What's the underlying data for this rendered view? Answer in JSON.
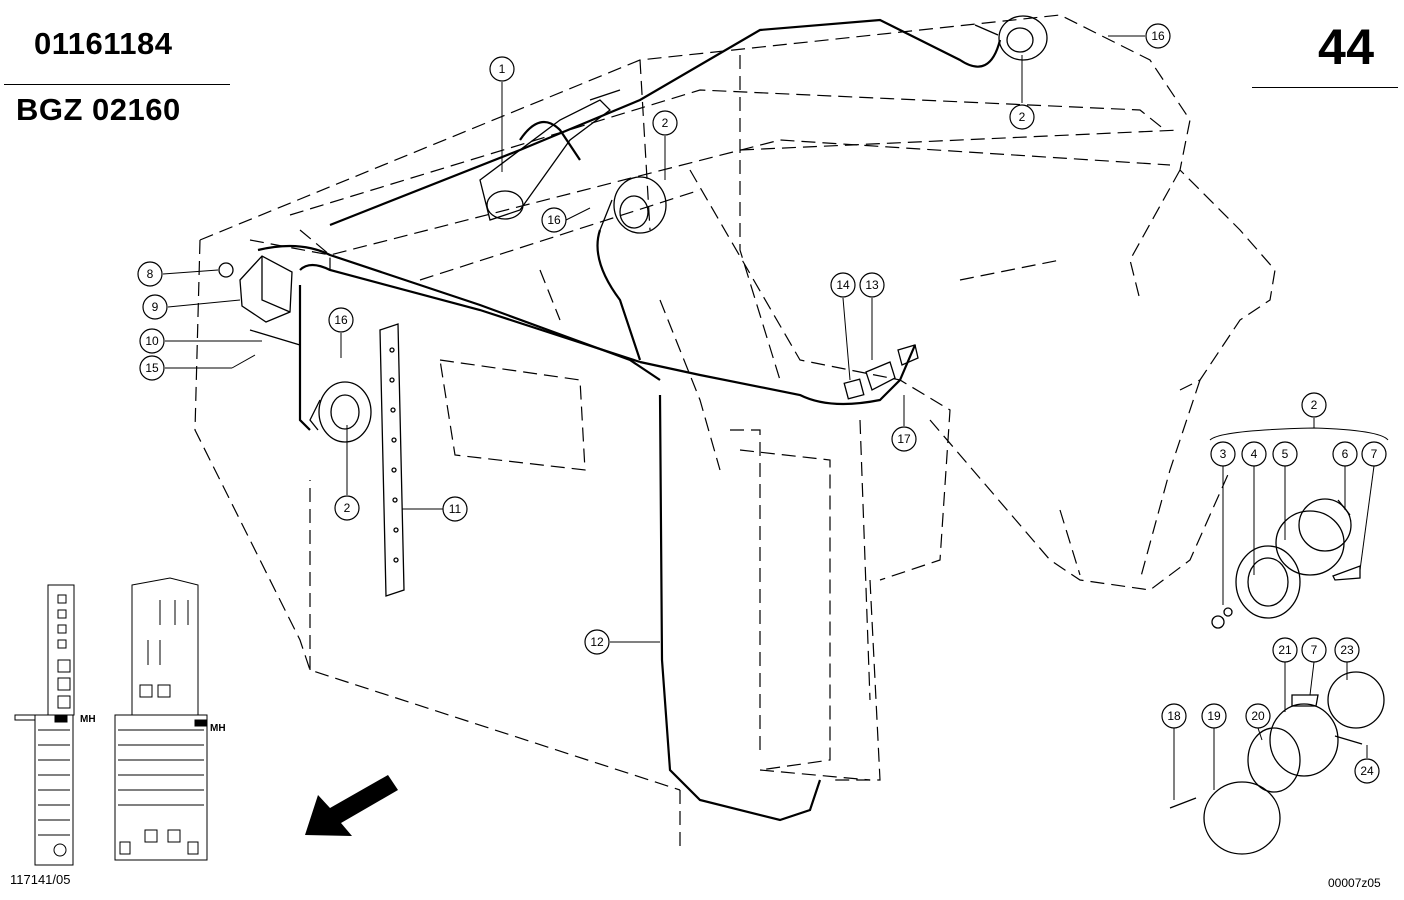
{
  "header": {
    "doc_number": "01161184",
    "bgz_code": "BGZ 02160",
    "page_number": "44"
  },
  "footer": {
    "ref_left": "117141/05",
    "ref_right": "00007z05"
  },
  "overview": {
    "label_a": "MH",
    "label_b": "MH"
  },
  "callouts": [
    {
      "id": "c1",
      "label": "1"
    },
    {
      "id": "c2a",
      "label": "2"
    },
    {
      "id": "c2b",
      "label": "2"
    },
    {
      "id": "c2c",
      "label": "2"
    },
    {
      "id": "c2d",
      "label": "2"
    },
    {
      "id": "c3",
      "label": "3"
    },
    {
      "id": "c4",
      "label": "4"
    },
    {
      "id": "c5",
      "label": "5"
    },
    {
      "id": "c6",
      "label": "6"
    },
    {
      "id": "c7a",
      "label": "7"
    },
    {
      "id": "c7b",
      "label": "7"
    },
    {
      "id": "c8",
      "label": "8"
    },
    {
      "id": "c9",
      "label": "9"
    },
    {
      "id": "c10",
      "label": "10"
    },
    {
      "id": "c11",
      "label": "11"
    },
    {
      "id": "c12",
      "label": "12"
    },
    {
      "id": "c13",
      "label": "13"
    },
    {
      "id": "c14",
      "label": "14"
    },
    {
      "id": "c15",
      "label": "15"
    },
    {
      "id": "c16a",
      "label": "16"
    },
    {
      "id": "c16b",
      "label": "16"
    },
    {
      "id": "c16c",
      "label": "16"
    },
    {
      "id": "c17",
      "label": "17"
    },
    {
      "id": "c18",
      "label": "18"
    },
    {
      "id": "c19",
      "label": "19"
    },
    {
      "id": "c20",
      "label": "20"
    },
    {
      "id": "c21",
      "label": "21"
    },
    {
      "id": "c23",
      "label": "23"
    },
    {
      "id": "c24",
      "label": "24"
    }
  ]
}
